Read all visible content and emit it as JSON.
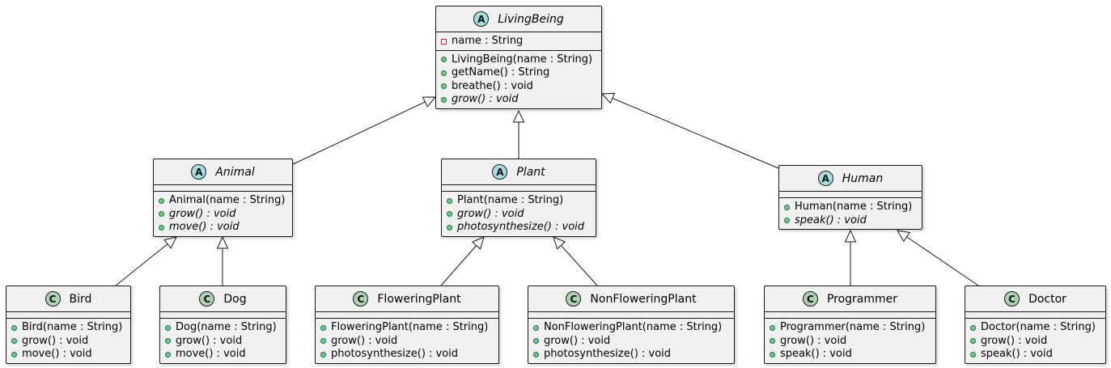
{
  "colors": {
    "abstract_badge": "#a9dcdf",
    "class_badge": "#add1b2",
    "box_fill": "#f1f1f1",
    "border": "#181818",
    "public_marker": "#84be84",
    "private_marker": "#c82930"
  },
  "classes": {
    "livingbeing": {
      "name": "LivingBeing",
      "badge": "A",
      "abstract": true,
      "fields": [
        {
          "vis": "private",
          "text": "name : String"
        }
      ],
      "methods": [
        {
          "vis": "public",
          "text": "LivingBeing(name : String)",
          "italic": false
        },
        {
          "vis": "public",
          "text": "getName() : String",
          "italic": false
        },
        {
          "vis": "public",
          "text": "breathe() : void",
          "italic": false
        },
        {
          "vis": "public",
          "text": "grow() : void",
          "italic": true
        }
      ]
    },
    "animal": {
      "name": "Animal",
      "badge": "A",
      "abstract": true,
      "fields": [],
      "methods": [
        {
          "vis": "public",
          "text": "Animal(name : String)",
          "italic": false
        },
        {
          "vis": "public",
          "text": "grow() : void",
          "italic": true
        },
        {
          "vis": "public",
          "text": "move() : void",
          "italic": true
        }
      ]
    },
    "plant": {
      "name": "Plant",
      "badge": "A",
      "abstract": true,
      "fields": [],
      "methods": [
        {
          "vis": "public",
          "text": "Plant(name : String)",
          "italic": false
        },
        {
          "vis": "public",
          "text": "grow() : void",
          "italic": true
        },
        {
          "vis": "public",
          "text": "photosynthesize() : void",
          "italic": true
        }
      ]
    },
    "human": {
      "name": "Human",
      "badge": "A",
      "abstract": true,
      "fields": [],
      "methods": [
        {
          "vis": "public",
          "text": "Human(name : String)",
          "italic": false
        },
        {
          "vis": "public",
          "text": "speak() : void",
          "italic": true
        }
      ]
    },
    "bird": {
      "name": "Bird",
      "badge": "C",
      "abstract": false,
      "fields": [],
      "methods": [
        {
          "vis": "public",
          "text": "Bird(name : String)",
          "italic": false
        },
        {
          "vis": "public",
          "text": "grow() : void",
          "italic": false
        },
        {
          "vis": "public",
          "text": "move() : void",
          "italic": false
        }
      ]
    },
    "dog": {
      "name": "Dog",
      "badge": "C",
      "abstract": false,
      "fields": [],
      "methods": [
        {
          "vis": "public",
          "text": "Dog(name : String)",
          "italic": false
        },
        {
          "vis": "public",
          "text": "grow() : void",
          "italic": false
        },
        {
          "vis": "public",
          "text": "move() : void",
          "italic": false
        }
      ]
    },
    "floweringplant": {
      "name": "FloweringPlant",
      "badge": "C",
      "abstract": false,
      "fields": [],
      "methods": [
        {
          "vis": "public",
          "text": "FloweringPlant(name : String)",
          "italic": false
        },
        {
          "vis": "public",
          "text": "grow() : void",
          "italic": false
        },
        {
          "vis": "public",
          "text": "photosynthesize() : void",
          "italic": false
        }
      ]
    },
    "nonfloweringplant": {
      "name": "NonFloweringPlant",
      "badge": "C",
      "abstract": false,
      "fields": [],
      "methods": [
        {
          "vis": "public",
          "text": "NonFloweringPlant(name : String)",
          "italic": false
        },
        {
          "vis": "public",
          "text": "grow() : void",
          "italic": false
        },
        {
          "vis": "public",
          "text": "photosynthesize() : void",
          "italic": false
        }
      ]
    },
    "programmer": {
      "name": "Programmer",
      "badge": "C",
      "abstract": false,
      "fields": [],
      "methods": [
        {
          "vis": "public",
          "text": "Programmer(name : String)",
          "italic": false
        },
        {
          "vis": "public",
          "text": "grow() : void",
          "italic": false
        },
        {
          "vis": "public",
          "text": "speak() : void",
          "italic": false
        }
      ]
    },
    "doctor": {
      "name": "Doctor",
      "badge": "C",
      "abstract": false,
      "fields": [],
      "methods": [
        {
          "vis": "public",
          "text": "Doctor(name : String)",
          "italic": false
        },
        {
          "vis": "public",
          "text": "grow() : void",
          "italic": false
        },
        {
          "vis": "public",
          "text": "speak() : void",
          "italic": false
        }
      ]
    }
  },
  "inheritance": [
    {
      "child": "animal",
      "parent": "livingbeing"
    },
    {
      "child": "plant",
      "parent": "livingbeing"
    },
    {
      "child": "human",
      "parent": "livingbeing"
    },
    {
      "child": "bird",
      "parent": "animal"
    },
    {
      "child": "dog",
      "parent": "animal"
    },
    {
      "child": "floweringplant",
      "parent": "plant"
    },
    {
      "child": "nonfloweringplant",
      "parent": "plant"
    },
    {
      "child": "programmer",
      "parent": "human"
    },
    {
      "child": "doctor",
      "parent": "human"
    }
  ]
}
